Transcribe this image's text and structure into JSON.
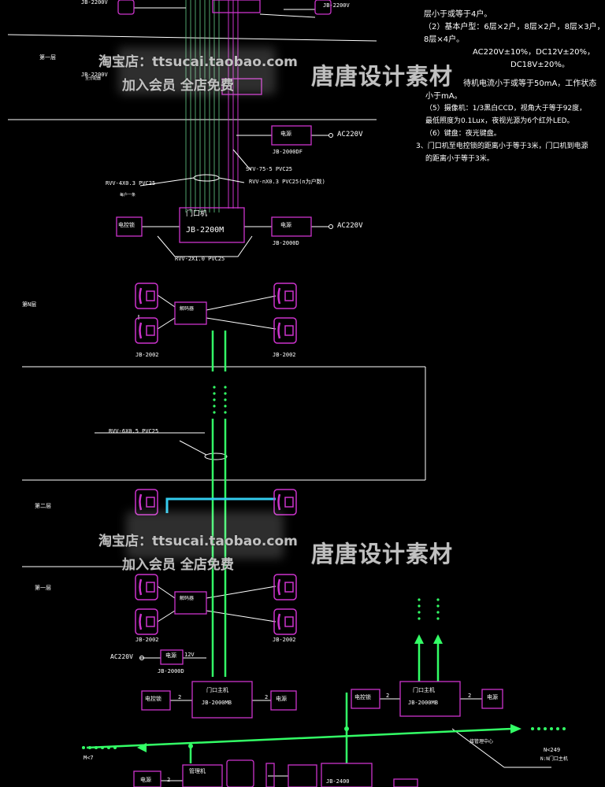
{
  "colors": {
    "background": "#000000",
    "device": "#cc33cc",
    "bus": "#33ff66",
    "line": "#ffffff",
    "cyan": "#33ccee"
  },
  "labels": {
    "jb2200v_a": "JB-2200V",
    "jb2200v_b": "JB-2200V",
    "floor1": "第一层",
    "floorN": "第N层",
    "floor2": "第二层",
    "floor1b": "第一层",
    "jb2000df": "JB-2000DF",
    "jb2000d": "JB-2000D",
    "jb2002_l": "JB-2002",
    "jb2002_r": "JB-2002",
    "jb2002_l2": "JB-2002",
    "jb2002_r2": "JB-2002",
    "jb2000d_b": "JB-2000D",
    "ac220v_1": "AC220V",
    "ac220v_2": "AC220V",
    "ac220v_3": "AC220V",
    "power_1": "电源",
    "power_2": "电源",
    "power_3": "电源",
    "power_4": "电源",
    "power_5": "电源",
    "power_6": "电源",
    "door_machine": "门口机",
    "door_model": "JB-2200M",
    "lock": "电控锁",
    "lock_b1": "电控锁",
    "lock_b2": "电控锁",
    "main_door_1": "门口主机",
    "main_door_1_model": "JB-2000MB",
    "main_door_2": "门口主机",
    "main_door_2_model": "JB-2000MB",
    "rvv_4x03": "RVV-4X0.3 PVC25",
    "rvv_nx03": "RVV-nX0.3 PVC25(n为户数)",
    "syv": "SYV-75-5 PVC25",
    "rvv_2x10": "RVV-2X1.0 PVC25",
    "rvv_6x05": "RVV-6X0.5 PVC25",
    "v12": "12V",
    "nk249": "N<249",
    "n_units": "N:N门口主机",
    "mx7": "M<7",
    "admin_machine": "管理机",
    "jb2400": "JB-2400",
    "v2": "2",
    "v2b": "2",
    "v2c": "2",
    "v2d": "2",
    "v2e": "2",
    "note_small_a": "至分配器",
    "note_small_b": "每户一条",
    "decoder": "解码器",
    "decoder_b": "解码器",
    "ext_text": "管理中心",
    "bottom_note": "接管理中心"
  },
  "notes": [
    "层小于或等于4户。",
    "（2）基本户型：6层×2户，8层×2户，8层×3户，",
    "8层×4户。",
    "AC220V±10%，DC12V±20%，",
    "DC18V±20%。",
    "待机电流小于或等于50mA，工作状态",
    "小于mA。",
    "（5）摄像机：1/3黑白CCD，视角大于等于92度，",
    "最低照度为0.1Lux，夜视光源为6个红外LED。",
    "（6）键盘：夜光键盘。",
    "3、门口机至电控锁的距离小于等于3米，门口机到电源",
    "的距离小于等于3米。"
  ],
  "watermarks": {
    "shop": "淘宝店：ttsucai.taobao.com",
    "member": "加入会员 全店免费",
    "brand": "唐唐设计素材"
  }
}
